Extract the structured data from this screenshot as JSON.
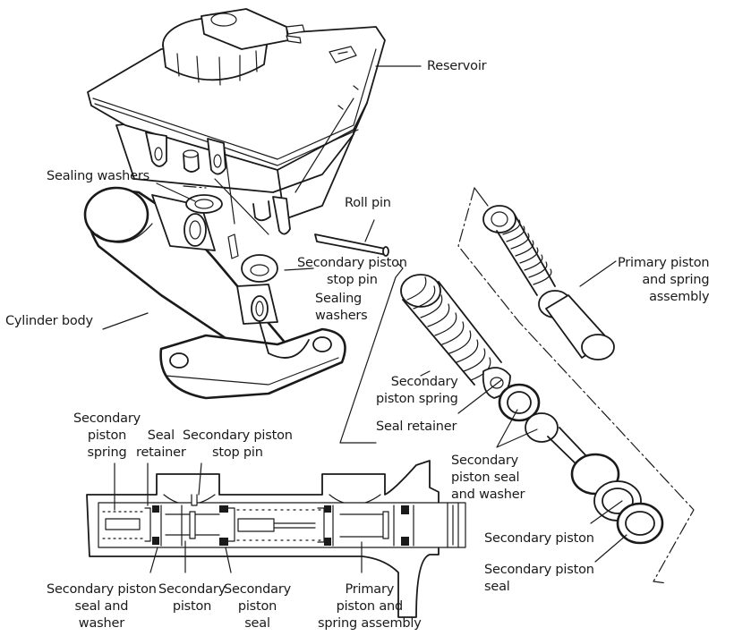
{
  "diagram": {
    "subject": "Brake master cylinder – exploded view and cross-section",
    "colors": {
      "ink": "#1a1a1a",
      "background": "#ffffff"
    },
    "exploded_labels": {
      "reservoir": "Reservoir",
      "sealing_washers_top": "Sealing washers",
      "roll_pin": "Roll pin",
      "secondary_piston_stop_pin": "Secondary piston\nstop pin",
      "sealing_washers_bottom": "Sealing\nwashers",
      "cylinder_body": "Cylinder body",
      "primary_piston_spring_assembly": "Primary piston\nand spring\nassembly",
      "secondary_piston_spring": "Secondary\npiston spring",
      "seal_retainer": "Seal retainer",
      "secondary_piston_seal_and_washer": "Secondary\npiston seal\nand washer",
      "secondary_piston": "Secondary piston",
      "secondary_piston_seal": "Secondary piston\nseal"
    },
    "section_labels": {
      "secondary_piston_spring": "Secondary\npiston\nspring",
      "seal_retainer": "Seal\nretainer",
      "secondary_piston_stop_pin": "Secondary piston\nstop pin",
      "secondary_piston_seal_and_washer": "Secondary piston\nseal and\nwasher",
      "secondary_piston": "Secondary\npiston",
      "secondary_piston_seal": "Secondary\npiston\nseal",
      "primary_piston_spring_assembly": "Primary\npiston and\nspring assembly"
    }
  }
}
